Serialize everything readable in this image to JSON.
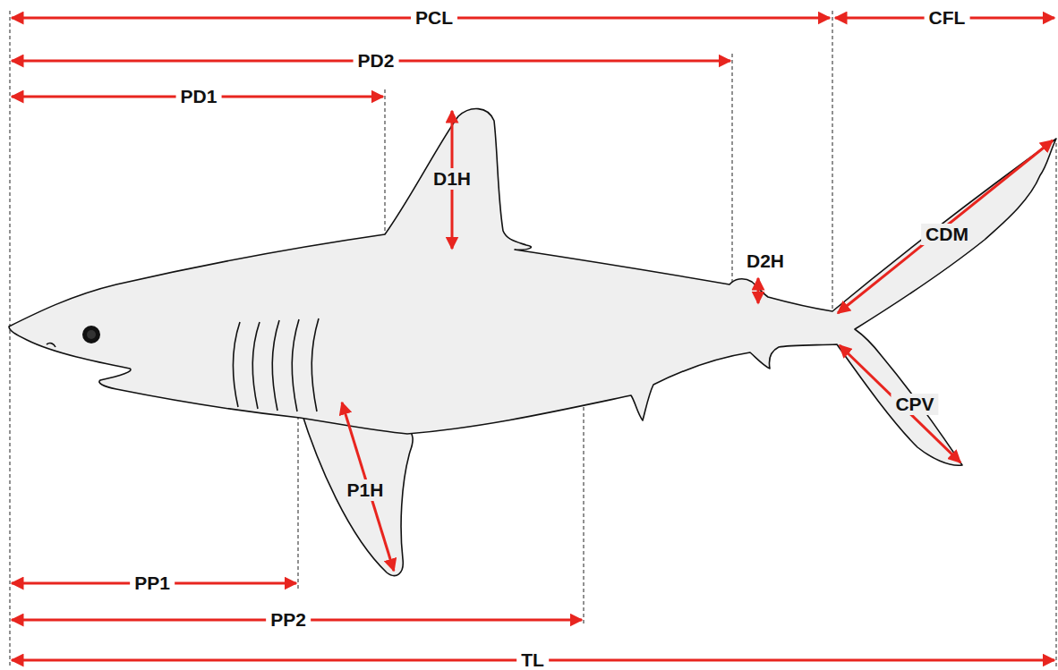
{
  "diagram": {
    "labels": [
      "PCL",
      "CFL",
      "PD2",
      "PD1",
      "D1H",
      "D2H",
      "CDM",
      "CPV",
      "P1H",
      "PP1",
      "PP2",
      "TL"
    ]
  }
}
